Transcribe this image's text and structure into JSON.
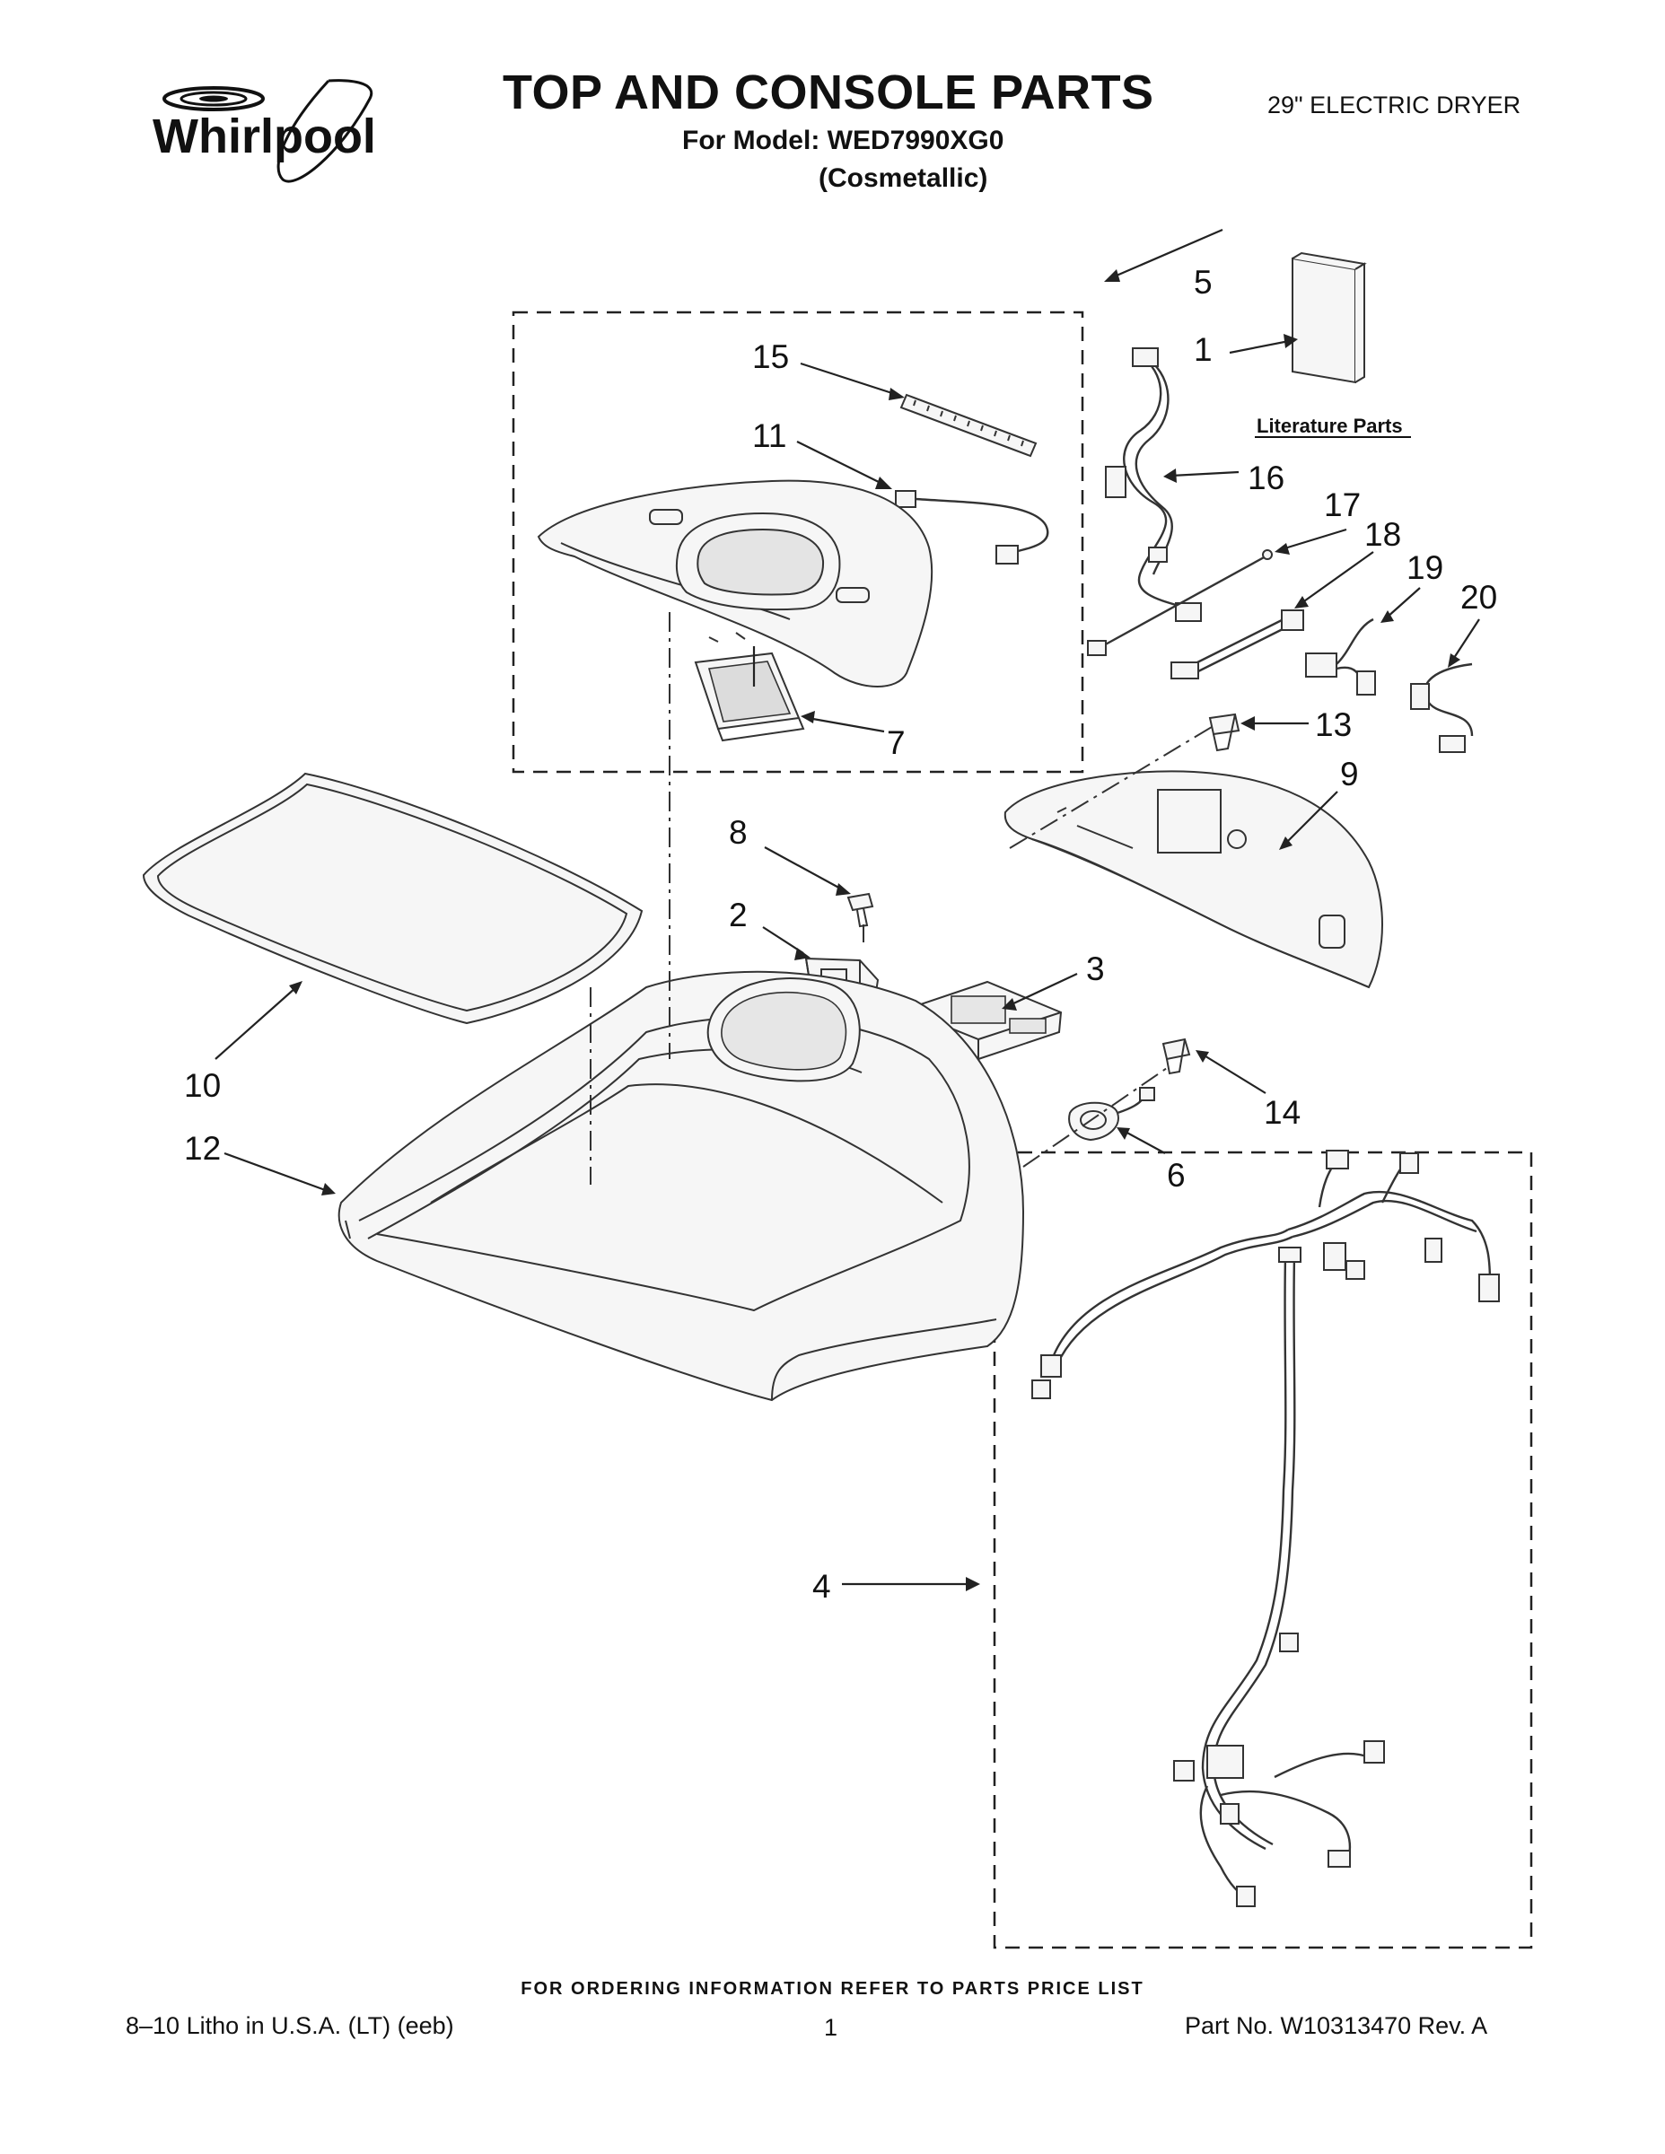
{
  "header": {
    "brand": "Whirlpool",
    "title": "TOP AND CONSOLE PARTS",
    "model_line": "For Model: WED7990XG0",
    "finish": "(Cosmetallic)",
    "product": "29\" ELECTRIC DRYER"
  },
  "diagram": {
    "callouts": [
      "1",
      "2",
      "3",
      "4",
      "5",
      "6",
      "7",
      "8",
      "9",
      "10",
      "11",
      "12",
      "13",
      "14",
      "15",
      "16",
      "17",
      "18",
      "19",
      "20"
    ],
    "literature_label": "Literature Parts"
  },
  "footer": {
    "ordering_note": "FOR ORDERING INFORMATION REFER TO PARTS PRICE LIST",
    "litho": "8–10 Litho in U.S.A. (LT) (eeb)",
    "page": "1",
    "part_number": "Part No. W10313470 Rev. A"
  }
}
